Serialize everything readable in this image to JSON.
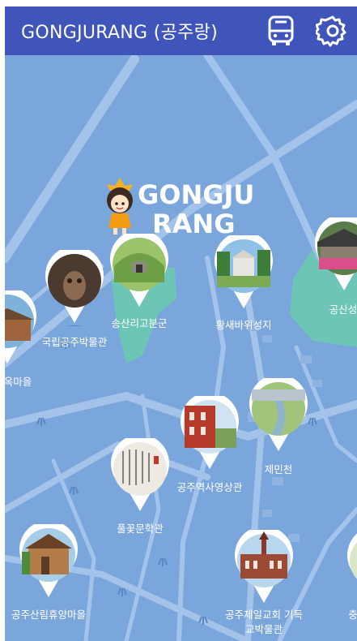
{
  "app": {
    "title": "GONGJURANG (공주랑)"
  },
  "toolbar": {
    "bus_icon": "bus-icon",
    "settings_icon": "gear-icon"
  },
  "logo": {
    "line1": "GONGJU",
    "line2": "RANG"
  },
  "places": [
    {
      "label": "국립공주박물관"
    },
    {
      "label": "송산리고분군"
    },
    {
      "label": "황새바위성지"
    },
    {
      "label": "공산성"
    },
    {
      "label": "옥마을"
    },
    {
      "label": "제민천"
    },
    {
      "label": "공주역사영상관"
    },
    {
      "label": "풀꽃문학관"
    },
    {
      "label": "공주산림휴양마을"
    },
    {
      "label": "공주제일교회 기독교박물관"
    },
    {
      "label": "충"
    }
  ],
  "colors": {
    "appbar": "#3f55b9",
    "map": "#7aa6dc",
    "road": "#a4c3ea",
    "park": "#6bc9b0"
  }
}
